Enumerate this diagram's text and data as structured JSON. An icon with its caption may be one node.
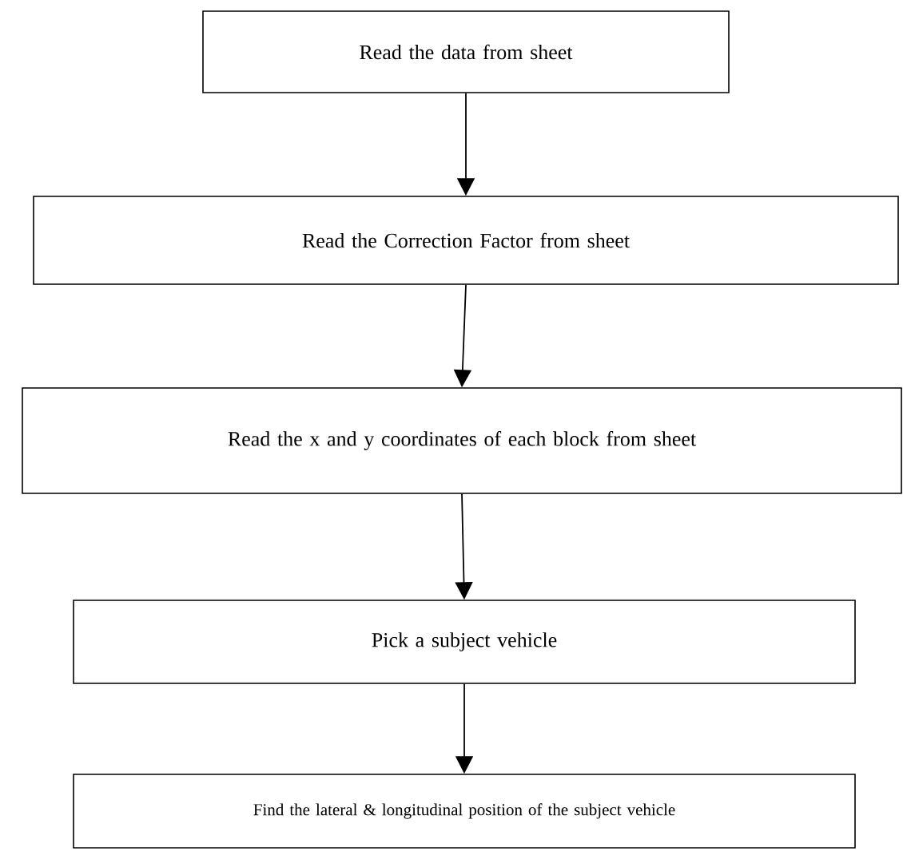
{
  "diagram": {
    "nodes": [
      {
        "text": [
          "Read the data from sheet"
        ]
      },
      {
        "text": [
          "Read the Correction Factor from sheet"
        ]
      },
      {
        "text": [
          "Read the x and y coordinates of each block from sheet"
        ]
      },
      {
        "text": [
          "Pick a subject vehicle"
        ]
      },
      {
        "text": [
          "Find the lateral & longitudinal position of the subject vehicle"
        ]
      }
    ],
    "edges": [
      {
        "from": 0,
        "to": 1,
        "arrow": "to"
      },
      {
        "from": 1,
        "to": 2,
        "arrow": "to"
      },
      {
        "from": 2,
        "to": 3,
        "arrow": "to"
      },
      {
        "from": 3,
        "to": 4,
        "arrow": "to"
      }
    ]
  }
}
